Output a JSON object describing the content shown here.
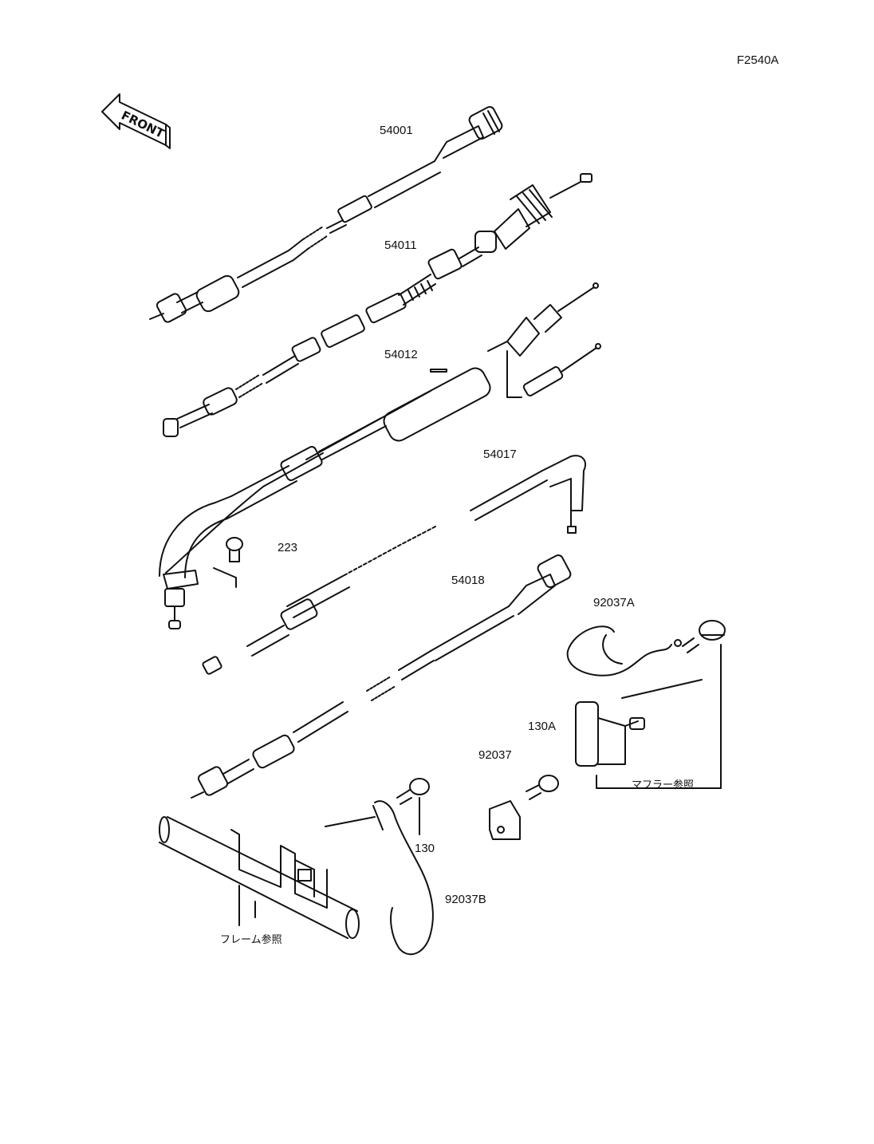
{
  "figure_code": "F2540A",
  "front_label": "FRONT",
  "parts": {
    "p54001": "54001",
    "p54011": "54011",
    "p54012": "54012",
    "p54017": "54017",
    "p223": "223",
    "p54018": "54018",
    "p92037A": "92037A",
    "p130A": "130A",
    "p92037": "92037",
    "p130": "130",
    "p92037B": "92037B"
  },
  "references": {
    "muffler": "マフラー参照",
    "frame": "フレーム参照"
  }
}
